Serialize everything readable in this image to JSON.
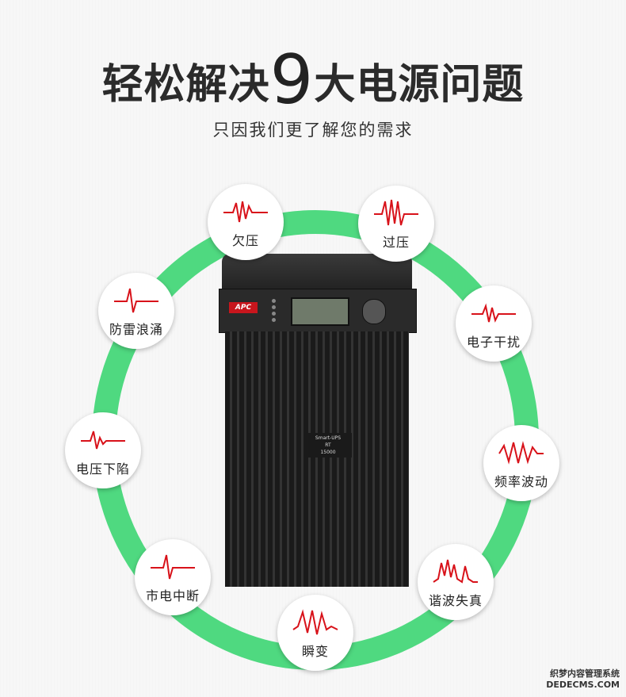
{
  "title_part1": "轻松解决",
  "title_number": "9",
  "title_part2": "大电源问题",
  "subtitle": "只因我们更了解您的需求",
  "colors": {
    "ring": "#4fd980",
    "wave": "#d8121a",
    "title": "#2b2b2b"
  },
  "problems": [
    {
      "label": "欠压",
      "icon": "undervoltage-wave-icon"
    },
    {
      "label": "过压",
      "icon": "overvoltage-wave-icon"
    },
    {
      "label": "防雷浪涌",
      "icon": "surge-wave-icon"
    },
    {
      "label": "电子干扰",
      "icon": "noise-wave-icon"
    },
    {
      "label": "电压下陷",
      "icon": "sag-wave-icon"
    },
    {
      "label": "频率波动",
      "icon": "frequency-wave-icon"
    },
    {
      "label": "市电中断",
      "icon": "outage-wave-icon"
    },
    {
      "label": "谐波失真",
      "icon": "harmonic-wave-icon"
    },
    {
      "label": "瞬变",
      "icon": "transient-wave-icon"
    }
  ],
  "product": {
    "brand": "APC",
    "model_line1": "Smart-UPS",
    "model_line2": "RT",
    "model_line3": "15000"
  },
  "watermark": {
    "line1": "织梦内容管理系统",
    "line2": "DEDECMS.COM"
  }
}
